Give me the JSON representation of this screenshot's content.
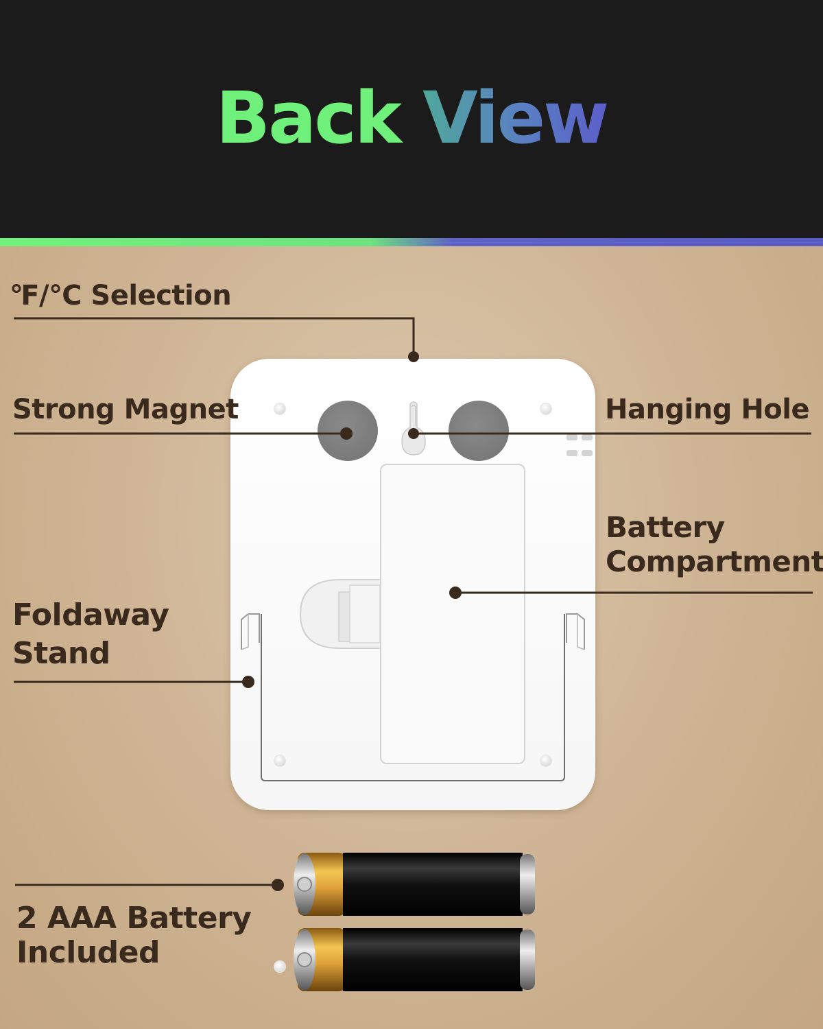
{
  "header": {
    "title_word1": "Back",
    "title_word2": "View",
    "title_color1": "#6ff07b",
    "title_color2_start": "#4fa89a",
    "title_color2_end": "#5b5fc8"
  },
  "callouts": {
    "temp_unit": "℉/℃ Selection",
    "magnet": "Strong Magnet",
    "hanging_hole": "Hanging Hole",
    "battery_compartment_line1": "Battery",
    "battery_compartment_line2": "Compartment",
    "stand_line1": "Foldaway",
    "stand_line2": "Stand",
    "batteries_line1": "2 AAA Battery",
    "batteries_line2": "Included"
  },
  "colors": {
    "header_bg": "#1b1b1b",
    "panel_bg": "#cfb595",
    "label_text": "#3a2a1e",
    "leader_line": "#3a2a1e"
  },
  "icons": [
    "magnet-icon",
    "hanging-hole-icon",
    "screw-icon",
    "aaa-battery-icon"
  ]
}
